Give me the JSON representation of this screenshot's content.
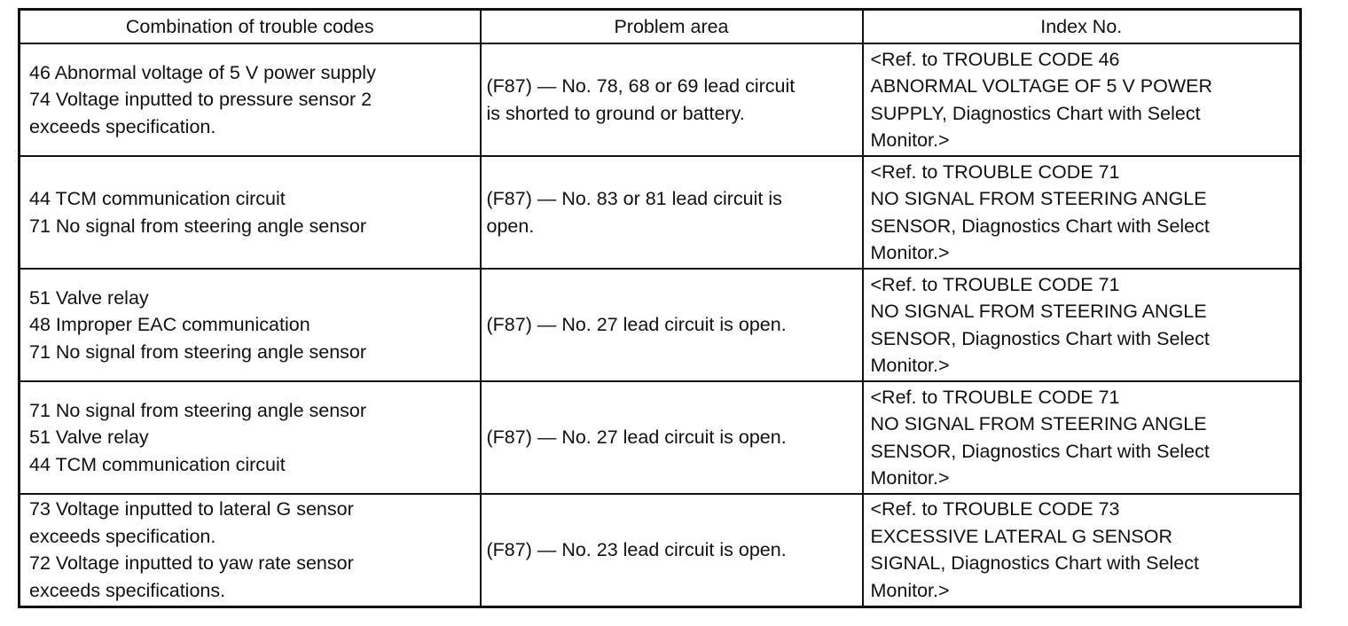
{
  "table": {
    "headers": {
      "combination": "Combination of trouble codes",
      "problem_area": "Problem area",
      "index_no": "Index No."
    },
    "rows": [
      {
        "combination": "46 Abnormal voltage of 5 V power supply\n74 Voltage inputted to pressure sensor 2\nexceeds specification.",
        "problem_area": "(F87) — No. 78, 68 or 69 lead circuit\nis shorted to ground or battery.",
        "index_no": "<Ref. to  TROUBLE CODE 46\nABNORMAL VOLTAGE OF 5 V POWER\nSUPPLY, Diagnostics Chart with Select\nMonitor.>"
      },
      {
        "combination": "44 TCM communication circuit\n71 No signal from steering angle sensor",
        "problem_area": "(F87) — No. 83 or 81 lead circuit is\nopen.",
        "index_no": "<Ref. to  TROUBLE CODE 71\nNO SIGNAL FROM STEERING ANGLE\nSENSOR, Diagnostics Chart with Select\nMonitor.>"
      },
      {
        "combination": "51 Valve relay\n48 Improper EAC communication\n71 No signal from steering angle sensor",
        "problem_area": "(F87) — No. 27 lead circuit is open.",
        "index_no": "<Ref. to  TROUBLE CODE 71\nNO SIGNAL FROM STEERING ANGLE\nSENSOR, Diagnostics Chart with Select\nMonitor.>"
      },
      {
        "combination": "71 No signal from steering angle sensor\n51 Valve relay\n44 TCM communication circuit",
        "problem_area": "(F87) — No. 27 lead circuit is open.",
        "index_no": "<Ref. to TROUBLE CODE 71\nNO SIGNAL FROM STEERING ANGLE\nSENSOR, Diagnostics Chart with Select\nMonitor.>"
      },
      {
        "combination": "73 Voltage inputted to lateral G sensor\nexceeds specification.\n72 Voltage inputted to yaw rate sensor\nexceeds specifications.",
        "problem_area": "(F87) — No. 23 lead circuit is open.",
        "index_no": "<Ref. to  TROUBLE CODE 73\nEXCESSIVE LATERAL G SENSOR\nSIGNAL, Diagnostics Chart with Select\nMonitor.>"
      }
    ]
  }
}
